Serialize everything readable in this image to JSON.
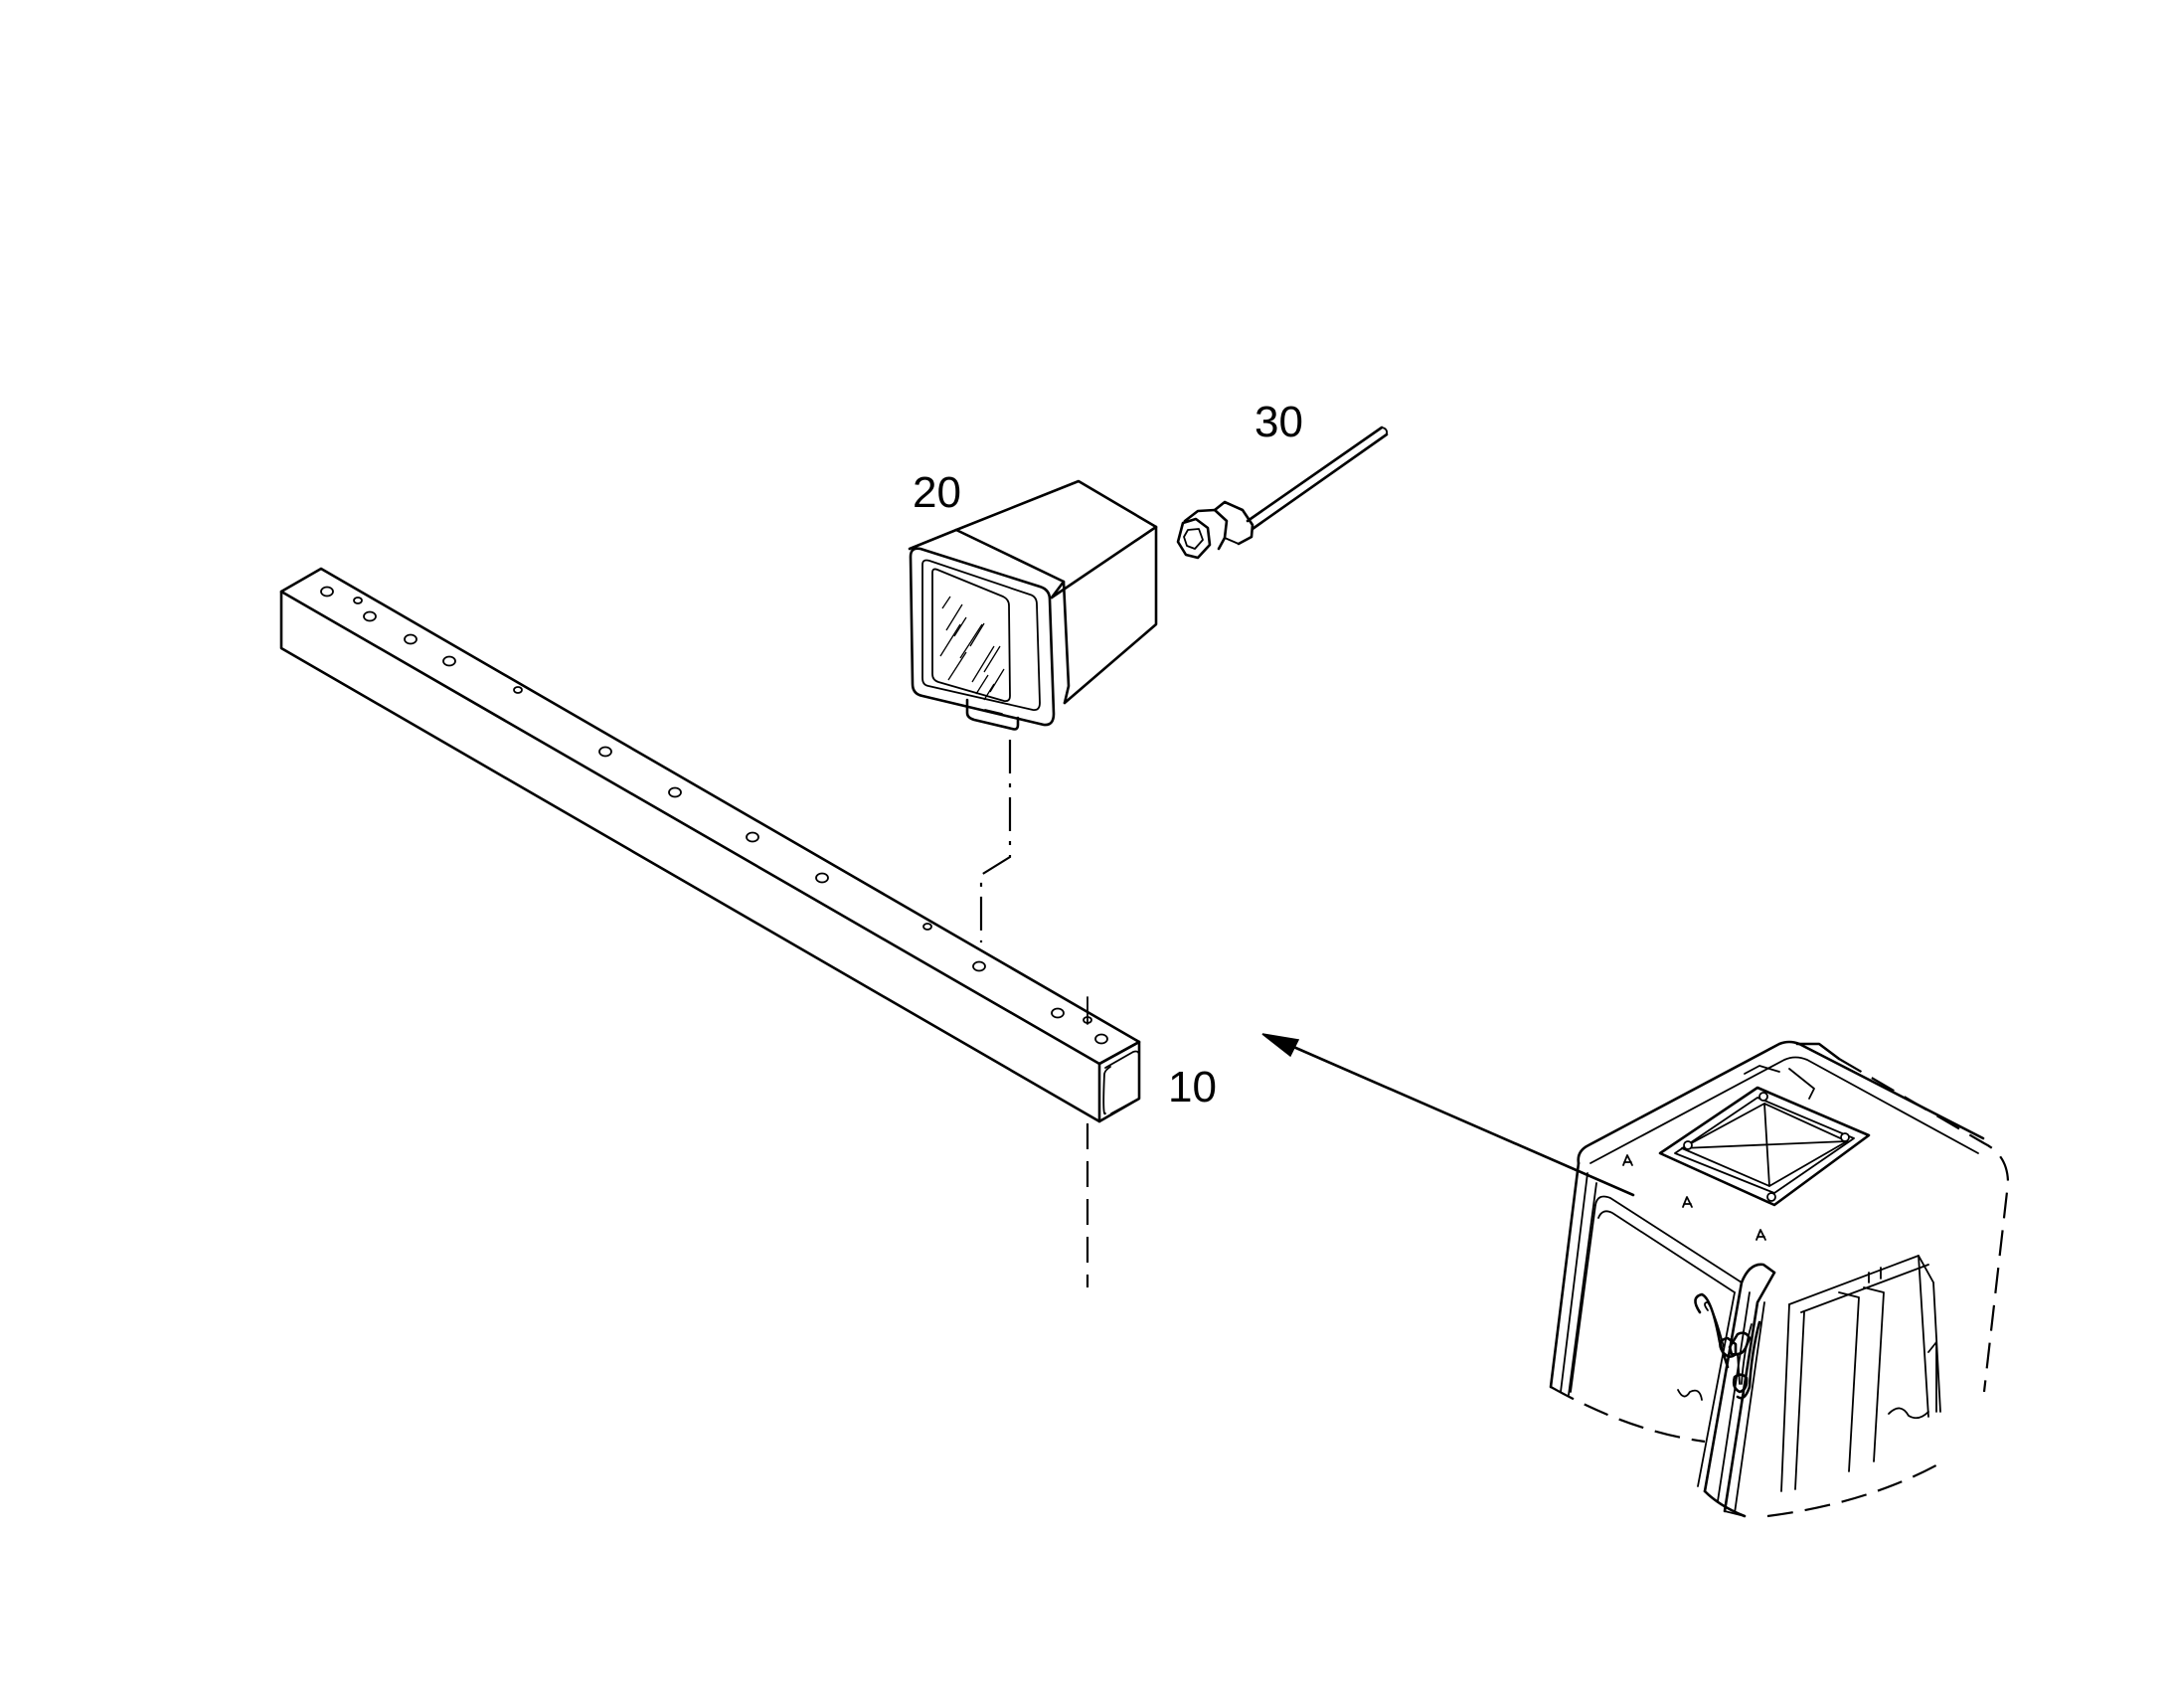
{
  "diagram": {
    "callouts": [
      {
        "id": "10",
        "text": "10"
      },
      {
        "id": "20",
        "text": "20"
      },
      {
        "id": "30",
        "text": "30"
      }
    ]
  }
}
